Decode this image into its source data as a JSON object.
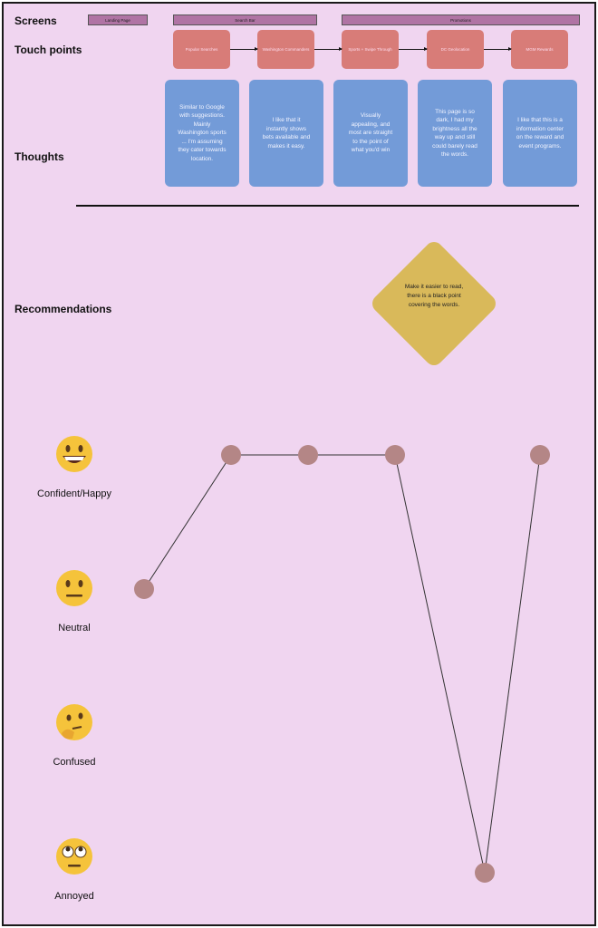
{
  "row_labels": {
    "screens": "Screens",
    "touch_points": "Touch points",
    "thoughts": "Thoughts",
    "recommendations": "Recommendations"
  },
  "screens": [
    "Landing Page",
    "Search Bar",
    "Promotions"
  ],
  "touch_points": [
    "Popular Searches",
    "Washington Commanders",
    "Sports + Swipe Through",
    "DC Geolocation",
    "MGM Rewards"
  ],
  "thoughts": [
    "Similar to Google with suggestions. Mainly Washington sports ... I'm assuming they cater towards location.",
    "I like that it instantly shows bets available and makes it easy.",
    "Visually appealing, and most are straight to the point of what you'd win",
    "This page is so dark, I had my brightness all the way up and still could barely read the words.",
    "I like that this is a information center on the reward and event programs."
  ],
  "recommendation": "Make it easier to read, there is a black point covering the words.",
  "emotions": [
    "Confident/Happy",
    "Neutral",
    "Confused",
    "Annoyed"
  ],
  "journey_levels": [
    "Neutral",
    "Confident/Happy",
    "Confident/Happy",
    "Confident/Happy",
    "Annoyed",
    "Confident/Happy"
  ],
  "colors": {
    "background": "#f0d5f0",
    "screen_bar": "#b074a4",
    "touch_point": "#d87c78",
    "thought_card": "#739bd8",
    "recommendation": "#d9b95a",
    "dot": "#b48686"
  }
}
